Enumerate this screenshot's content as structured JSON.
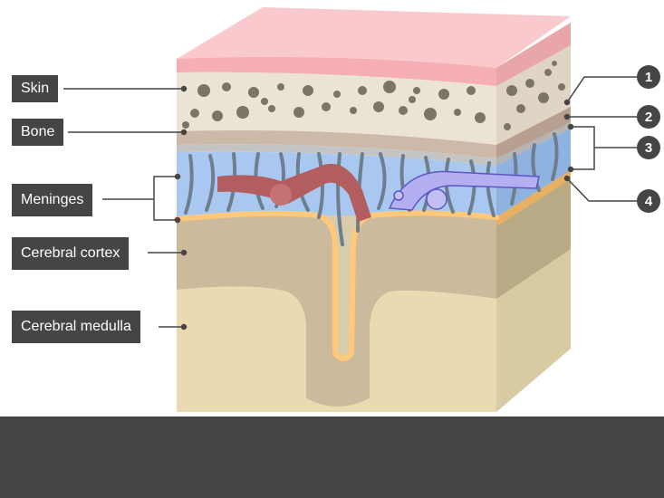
{
  "labels": {
    "skin": "Skin",
    "bone": "Bone",
    "meninges": "Meninges",
    "cerebral_cortex": "Cerebral cortex",
    "cerebral_medulla": "Cerebral medulla"
  },
  "numbers": {
    "n1": "1",
    "n2": "2",
    "n3": "3",
    "n4": "4"
  },
  "colors": {
    "skin": "#f7b7bd",
    "bone": "#e8dfd0",
    "bone_spots": "#8a8272",
    "periosteum": "#c9b4a4",
    "dura": "#c8c8c8",
    "subarachnoid": "#a8c8f0",
    "trabeculae": "#6b7d8c",
    "artery": "#b05a5a",
    "vein": "#8a86d8",
    "pia": "#ffc97a",
    "cortex": "#c9b99a",
    "medulla": "#e8d9b0",
    "label_bg": "#454545"
  }
}
